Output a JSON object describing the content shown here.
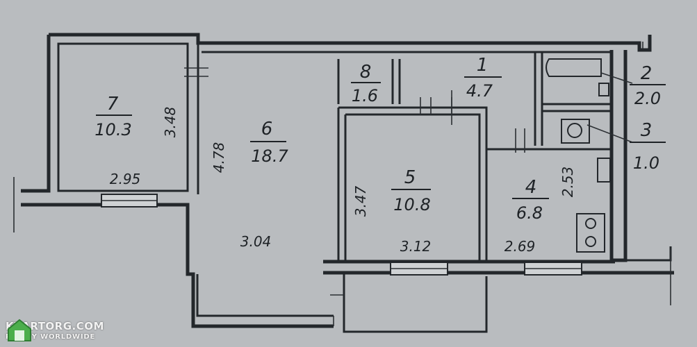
{
  "rooms": [
    {
      "id": "7",
      "number": "7",
      "area": "10.3"
    },
    {
      "id": "6",
      "number": "6",
      "area": "18.7"
    },
    {
      "id": "8",
      "number": "8",
      "area": "1.6"
    },
    {
      "id": "1",
      "number": "1",
      "area": "4.7"
    },
    {
      "id": "5",
      "number": "5",
      "area": "10.8"
    },
    {
      "id": "4",
      "number": "4",
      "area": "6.8"
    },
    {
      "id": "2",
      "number": "2",
      "area": "2.0"
    },
    {
      "id": "3",
      "number": "3",
      "area": "1.0"
    }
  ],
  "dimensions": [
    "3.48",
    "2.95",
    "4.78",
    "3.04",
    "3.47",
    "3.12",
    "2.69",
    "2.53"
  ],
  "watermark": {
    "name": "KVARTORG.COM",
    "tagline": "REALTY WORLDWIDE"
  }
}
